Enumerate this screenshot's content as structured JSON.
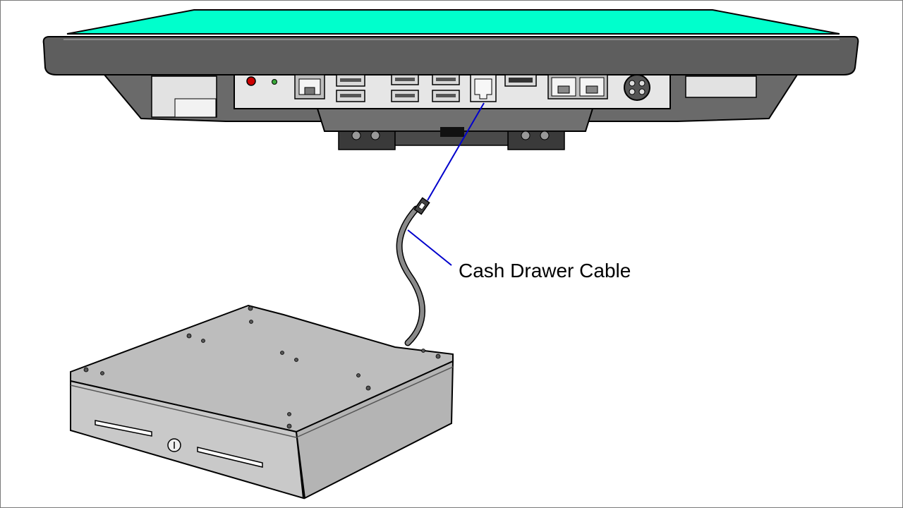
{
  "callout": {
    "label": "Cash Drawer Cable"
  },
  "colors": {
    "screen": "#00ffcc",
    "bezel": "#5a5a5a",
    "drawer_body": "#c9c9c9",
    "drawer_top": "#bdbdbd",
    "cable": "#8a8a8a",
    "leader_line": "#0000cc"
  },
  "components": [
    "pos-terminal",
    "cash-drawer-cable",
    "cash-drawer"
  ]
}
